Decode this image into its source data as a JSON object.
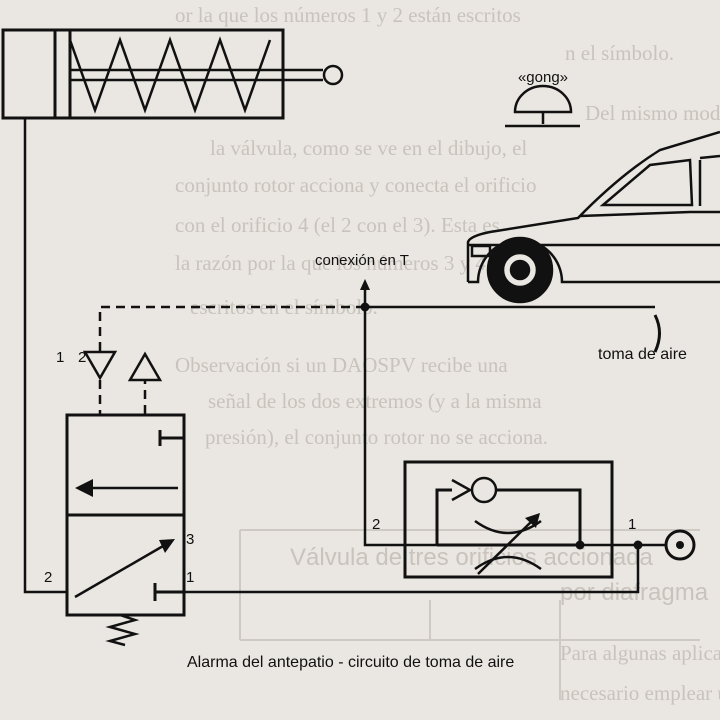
{
  "diagram": {
    "labels": {
      "gong": "«gong»",
      "tee": "conexión en T",
      "air_intake": "toma de aire",
      "port_1_top": "1",
      "port_2_top": "2",
      "port_3": "3",
      "port_2_left": "2",
      "port_1_valve": "1",
      "restrictor_port_2": "2",
      "restrictor_port_1": "1"
    },
    "caption": "Alarma del antepatio - circuito de toma de aire"
  },
  "background_text": [
    "or la que los números 1 y 2 están escritos",
    "n el símbolo.",
    "Del mismo modo, cuando se aplica señal",
    "la válvula, como se ve en el dibujo, el",
    "conjunto rotor acciona y conecta el orificio",
    "con el orificio 4 (el 2 con el 3). Esta es",
    "la razón por la que los números 3 y 4 están",
    "escritos en el símbolo.",
    "Observación    si un DAOSPV recibe una",
    "señal de los dos extremos (y a la misma",
    "presión), el conjunto rotor no se acciona.",
    "Válvula de tres orificios accionada",
    "por diafragma",
    "Para algunas aplicaciones, es útil",
    "necesario emplear una válvula que"
  ]
}
